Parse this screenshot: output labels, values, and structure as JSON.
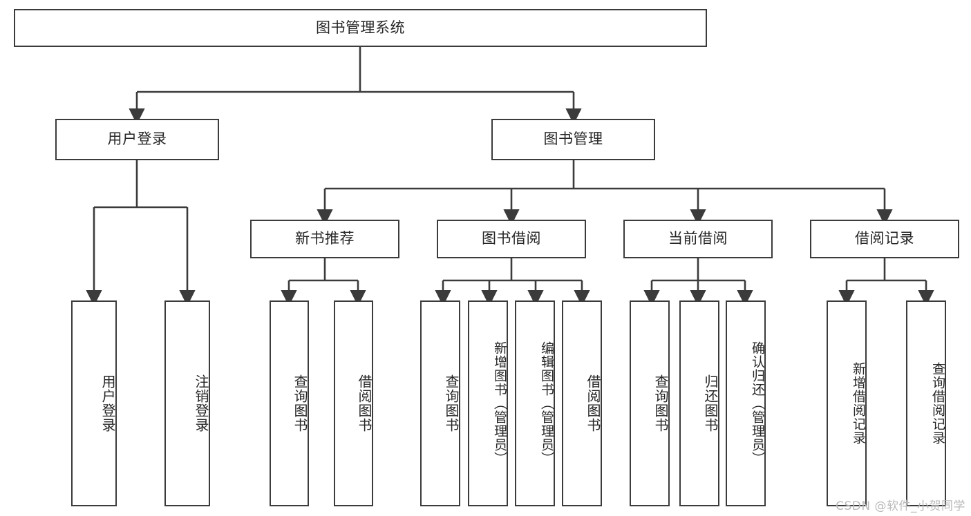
{
  "diagram": {
    "type": "tree",
    "title": "图书管理系统",
    "root": {
      "label": "图书管理系统"
    },
    "level1": [
      {
        "label": "用户登录"
      },
      {
        "label": "图书管理"
      }
    ],
    "level2": [
      {
        "label": "新书推荐"
      },
      {
        "label": "图书借阅"
      },
      {
        "label": "当前借阅"
      },
      {
        "label": "借阅记录"
      }
    ],
    "leaves": {
      "user_login": [
        {
          "label": "用户登录"
        },
        {
          "label": "注销登录"
        }
      ],
      "new_book_recommend": [
        {
          "label": "查询图书"
        },
        {
          "label": "借阅图书"
        }
      ],
      "book_borrow": [
        {
          "label": "查询图书"
        },
        {
          "label": "新增图书（管理员）"
        },
        {
          "label": "编辑图书（管理员）"
        },
        {
          "label": "借阅图书"
        }
      ],
      "current_borrow": [
        {
          "label": "查询图书"
        },
        {
          "label": "归还图书"
        },
        {
          "label": "确认归还（管理员）"
        }
      ],
      "borrow_record": [
        {
          "label": "新增借阅记录"
        },
        {
          "label": "查询借阅记录"
        }
      ]
    }
  },
  "watermark": {
    "text": "CSDN @软件_小贺同学"
  },
  "colors": {
    "border": "#3b3b3b",
    "text": "#262626",
    "background": "#ffffff",
    "watermark": "#b9b9b9"
  }
}
